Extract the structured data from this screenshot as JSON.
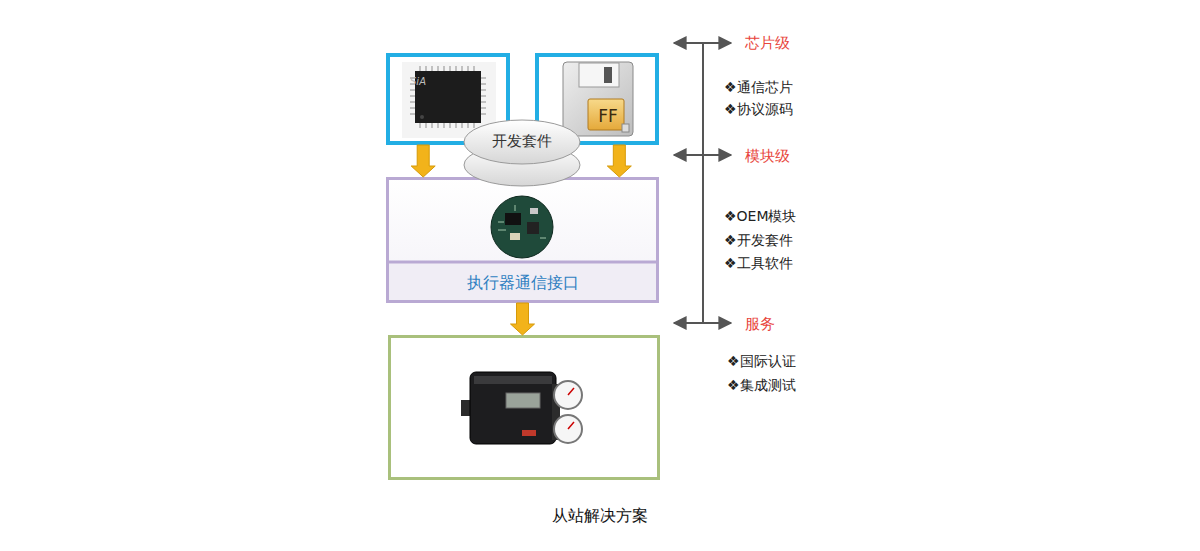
{
  "diagram": {
    "caption": "从站解决方案",
    "nodes": [
      {
        "text": [
          "SiA"
        ]
      },
      {
        "text": [
          "FF"
        ]
      },
      {
        "text": [
          "开发套件"
        ]
      },
      {
        "text": [
          "执行器通信接口"
        ]
      },
      {
        "text": []
      }
    ],
    "edges": [
      {
        "from": 0,
        "to": 3,
        "arrow": "to"
      },
      {
        "from": 1,
        "to": 3,
        "arrow": "to"
      },
      {
        "from": 3,
        "to": 4,
        "arrow": "to"
      }
    ],
    "labels": [
      "芯片级",
      "❖通信芯片",
      "❖协议源码",
      "模块级",
      "❖OEM模块",
      "❖开发套件",
      "❖工具软件",
      "服务",
      "❖国际认证",
      "❖集成测试"
    ]
  }
}
